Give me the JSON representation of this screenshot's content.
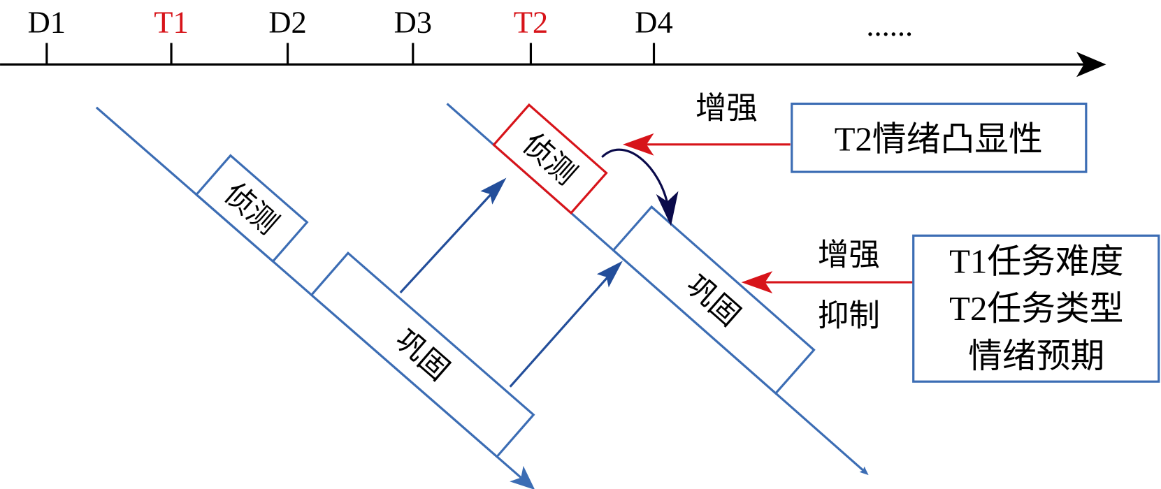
{
  "timeline": {
    "ticks": [
      {
        "label": "D1",
        "color": "#000000"
      },
      {
        "label": "T1",
        "color": "#d7141a"
      },
      {
        "label": "D2",
        "color": "#000000"
      },
      {
        "label": "D3",
        "color": "#000000"
      },
      {
        "label": "T2",
        "color": "#d7141a"
      },
      {
        "label": "D4",
        "color": "#000000"
      }
    ],
    "ellipsis": "......"
  },
  "memory_1": {
    "detection": "侦测",
    "consolidation": "巩固"
  },
  "memory_2": {
    "detection": "侦测",
    "consolidation": "巩固"
  },
  "factor_box_1": {
    "relation": "增强",
    "lines": [
      "T2情绪凸显性"
    ]
  },
  "factor_box_2": {
    "relation_enhance": "增强",
    "relation_inhibit": "抑制",
    "lines": [
      "T1任务难度",
      "T2任务类型",
      "情绪预期"
    ]
  },
  "colors": {
    "blue": "#3c6db4",
    "dark_blue": "#234e9a",
    "red": "#d7141a",
    "navy": "#0a0a4a"
  }
}
